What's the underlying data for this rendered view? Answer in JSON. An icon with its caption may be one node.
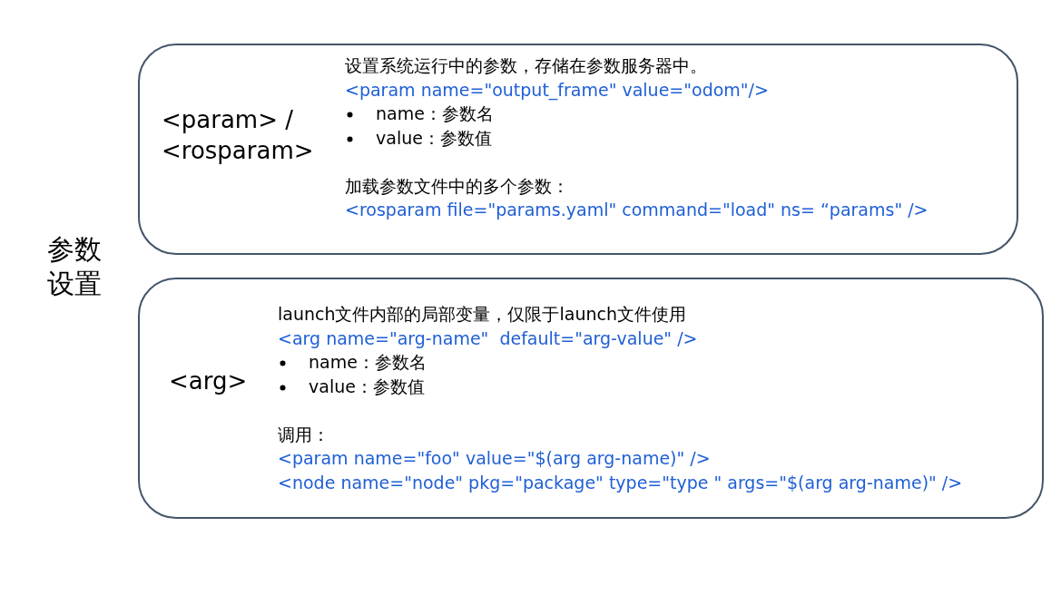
{
  "diagram": {
    "nodes": [
      {
        "text": [
          "<param> / <rosparam>",
          "设置系统运行中的参数，存储在参数服务器中。",
          "<param name=\"output_frame\" value=\"odom\"/>",
          "name：参数名",
          "value：参数值",
          "加载参数文件中的多个参数：",
          "<rosparam file=\"params.yaml\" command=\"load\" ns= “params\" />"
        ]
      },
      {
        "text": [
          "<arg>",
          "launch文件内部的局部变量，仅限于launch文件使用",
          "<arg name=\"arg-name\"  default=\"arg-value\" />",
          "name：参数名",
          "value：参数值",
          "调用：",
          "<param name=\"foo\" value=\"$(arg arg-name)\" />",
          "<node name=\"node\" pkg=\"package\" type=\"type \" args=\"$(arg arg-name)\" />"
        ]
      }
    ],
    "edges": [],
    "labels": [
      "参数设置"
    ]
  }
}
